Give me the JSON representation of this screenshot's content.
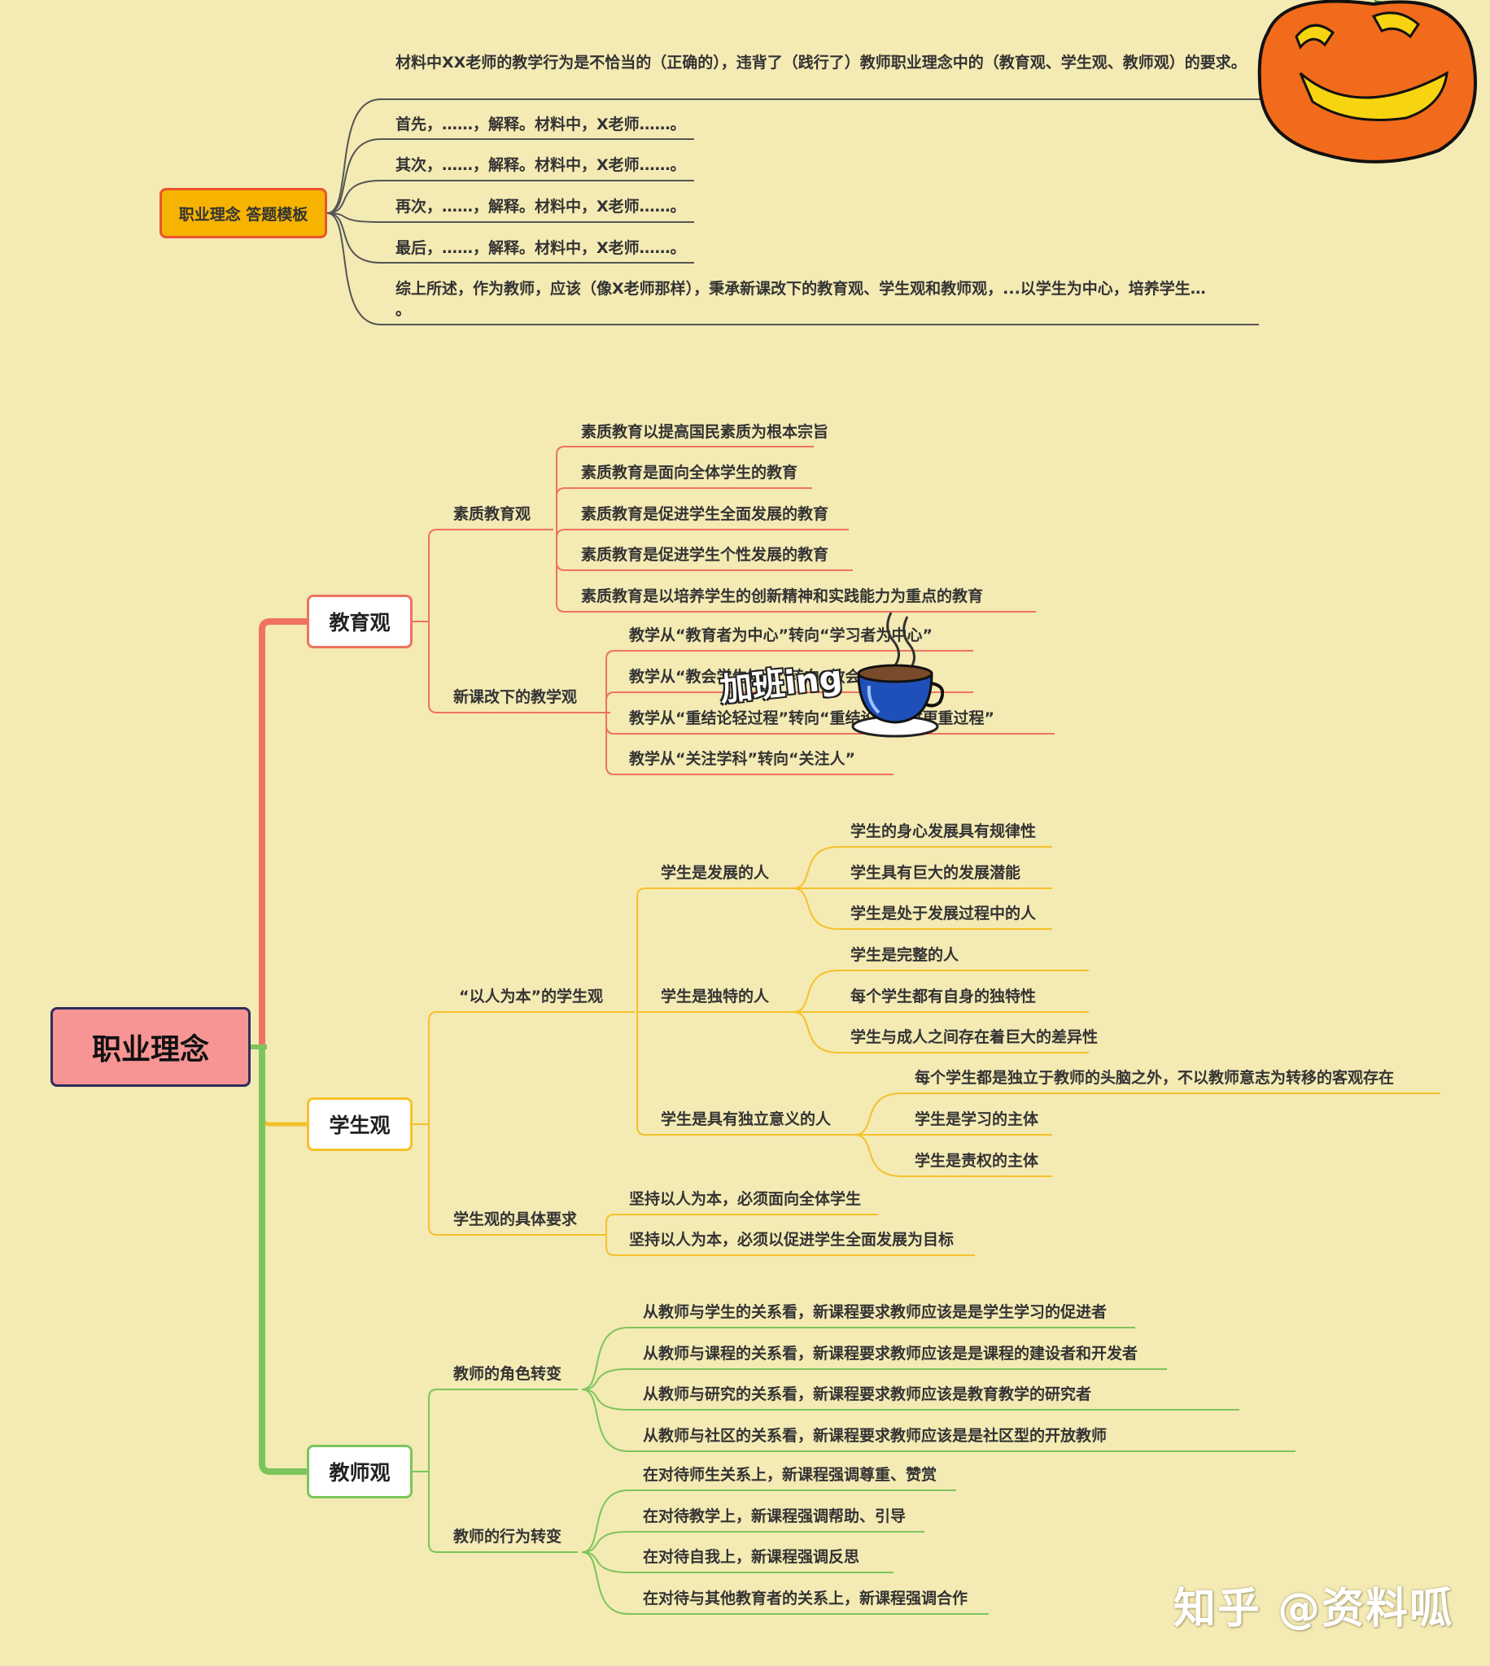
{
  "template": {
    "title": "职业理念  答题模板",
    "items": [
      "材料中XX老师的教学行为是不恰当的（正确的），违背了（践行了）教师职业理念中的（教育观、学生观、教师观）的要求。",
      "首先，……，解释。材料中，X老师……。",
      "其次，……，解释。材料中，X老师……。",
      "再次，……，解释。材料中，X老师……。",
      "最后，……，解释。材料中，X老师……。",
      "综上所述，作为教师，应该（像X老师那样），秉承新课改下的教育观、学生观和教师观，...以学生为中心，培养学生… 。"
    ]
  },
  "root": "职业理念",
  "education": {
    "label": "教育观",
    "quality": {
      "label": "素质教育观",
      "items": [
        "素质教育以提高国民素质为根本宗旨",
        "素质教育是面向全体学生的教育",
        "素质教育是促进学生全面发展的教育",
        "素质教育是促进学生个性发展的教育",
        "素质教育是以培养学生的创新精神和实践能力为重点的教育"
      ]
    },
    "teaching": {
      "label": "新课改下的教学观",
      "items": [
        "教学从“教育者为中心”转向“学习者为中心”",
        "教学从“教会学生知识”转向“教会学生学习”",
        "教学从“重结论轻过程”转向“重结论的同时更重过程”",
        "教学从“关注学科”转向“关注人”"
      ]
    }
  },
  "student": {
    "label": "学生观",
    "people": {
      "label": "“以人为本”的学生观",
      "developing": {
        "label": "学生是发展的人",
        "items": [
          "学生的身心发展具有规律性",
          "学生具有巨大的发展潜能",
          "学生是处于发展过程中的人"
        ]
      },
      "unique": {
        "label": "学生是独特的人",
        "items": [
          "学生是完整的人",
          "每个学生都有自身的独特性",
          "学生与成人之间存在着巨大的差异性"
        ]
      },
      "independent": {
        "label": "学生是具有独立意义的人",
        "items": [
          "每个学生都是独立于教师的头脑之外，不以教师意志为转移的客观存在",
          "学生是学习的主体",
          "学生是责权的主体"
        ]
      }
    },
    "requirements": {
      "label": "学生观的具体要求",
      "items": [
        "坚持以人为本，必须面向全体学生",
        "坚持以人为本，必须以促进学生全面发展为目标"
      ]
    }
  },
  "teacher": {
    "label": "教师观",
    "role": {
      "label": "教师的角色转变",
      "items": [
        "从教师与学生的关系看，新课程要求教师应该是是学生学习的促进者",
        "从教师与课程的关系看，新课程要求教师应该是是课程的建设者和开发者",
        "从教师与研究的关系看，新课程要求教师应该是教育教学的研究者",
        "从教师与社区的关系看，新课程要求教师应该是是社区型的开放教师"
      ]
    },
    "behavior": {
      "label": "教师的行为转变",
      "items": [
        "在对待师生关系上，新课程强调尊重、赞赏",
        "在对待教学上，新课程强调帮助、引导",
        "在对待自我上，新课程强调反思",
        "在对待与其他教育者的关系上，新课程强调合作"
      ]
    }
  },
  "sticker_text": "加班ing",
  "watermark": "知乎 @资料呱",
  "colors": {
    "background": "#f4eab4",
    "education_branch": "#ef7360",
    "student_branch": "#f5c12b",
    "teacher_branch": "#7cc55b",
    "template_line": "#555555",
    "pumpkin": "#f26a1b"
  }
}
